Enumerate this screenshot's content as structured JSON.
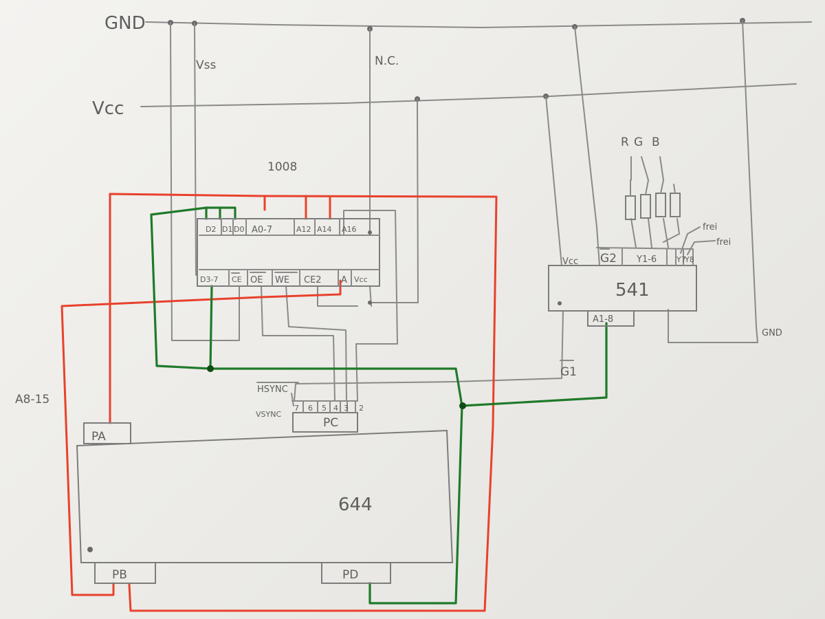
{
  "rails": {
    "gnd": "GND",
    "vcc": "Vcc",
    "gnd_right": "GND"
  },
  "ram": {
    "name": "1008",
    "top_pins": [
      "D2",
      "D1",
      "D0",
      "A0-7",
      "A12",
      "A14",
      "A16"
    ],
    "bottom_pins": [
      "D3-7",
      "CE",
      "OE",
      "WE",
      "CE2",
      "A",
      "Vcc"
    ],
    "vss": "Vss",
    "nc": "N.C."
  },
  "buffer": {
    "name": "541",
    "top_pins": [
      "Vcc",
      "G2",
      "Y1-6",
      "Y7",
      "Y8"
    ],
    "bottom_pin": "A1-8",
    "g1": "G1",
    "resistor_labels": [
      "R",
      "G",
      "B"
    ],
    "free_1": "frei",
    "free_2": "frei"
  },
  "mcu": {
    "name": "644",
    "ports": [
      "PA",
      "PB",
      "PC",
      "PD"
    ],
    "pc_pins": [
      "7",
      "6",
      "5",
      "4",
      "3",
      "2"
    ],
    "hsync": "HSYNC",
    "vsync": "VSYNC"
  },
  "bus_label": "A8-15"
}
